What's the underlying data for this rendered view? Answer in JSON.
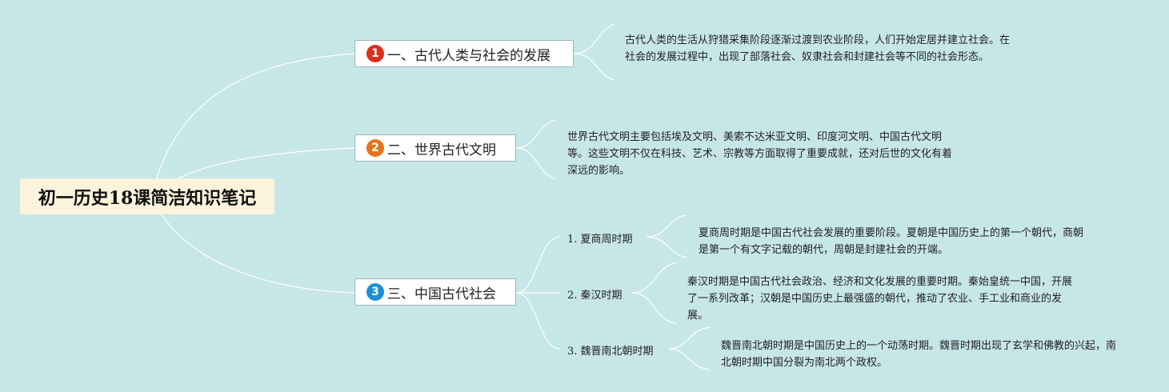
{
  "root": {
    "title": "初一历史18课简洁知识笔记"
  },
  "topics": [
    {
      "number": "1",
      "badge_color": "#d9301c",
      "title": "一、古代人类与社会的发展",
      "description": "古代人类的生活从狩猎采集阶段逐渐过渡到农业阶段，人们开始定居并建立社会。在社会的发展过程中，出现了部落社会、奴隶社会和封建社会等不同的社会形态。"
    },
    {
      "number": "2",
      "badge_color": "#e8711d",
      "title": "二、世界古代文明",
      "description": "世界古代文明主要包括埃及文明、美索不达米亚文明、印度河文明、中国古代文明等。这些文明不仅在科技、艺术、宗教等方面取得了重要成就，还对后世的文化有着深远的影响。"
    },
    {
      "number": "3",
      "badge_color": "#1b8fd6",
      "title": "三、中国古代社会",
      "subtopics": [
        {
          "label": "1. 夏商周时期",
          "description": "夏商周时期是中国古代社会发展的重要阶段。夏朝是中国历史上的第一个朝代，商朝是第一个有文字记载的朝代，周朝是封建社会的开端。"
        },
        {
          "label": "2. 秦汉时期",
          "description": "秦汉时期是中国古代社会政治、经济和文化发展的重要时期。秦始皇统一中国，开展了一系列改革；汉朝是中国历史上最强盛的朝代，推动了农业、手工业和商业的发展。"
        },
        {
          "label": "3. 魏晋南北朝时期",
          "description": "魏晋南北朝时期是中国历史上的一个动荡时期。魏晋时期出现了玄学和佛教的兴起，南北朝时期中国分裂为南北两个政权。"
        }
      ]
    }
  ],
  "colors": {
    "background": "#c7e6e7",
    "connector": "#ffffff"
  }
}
